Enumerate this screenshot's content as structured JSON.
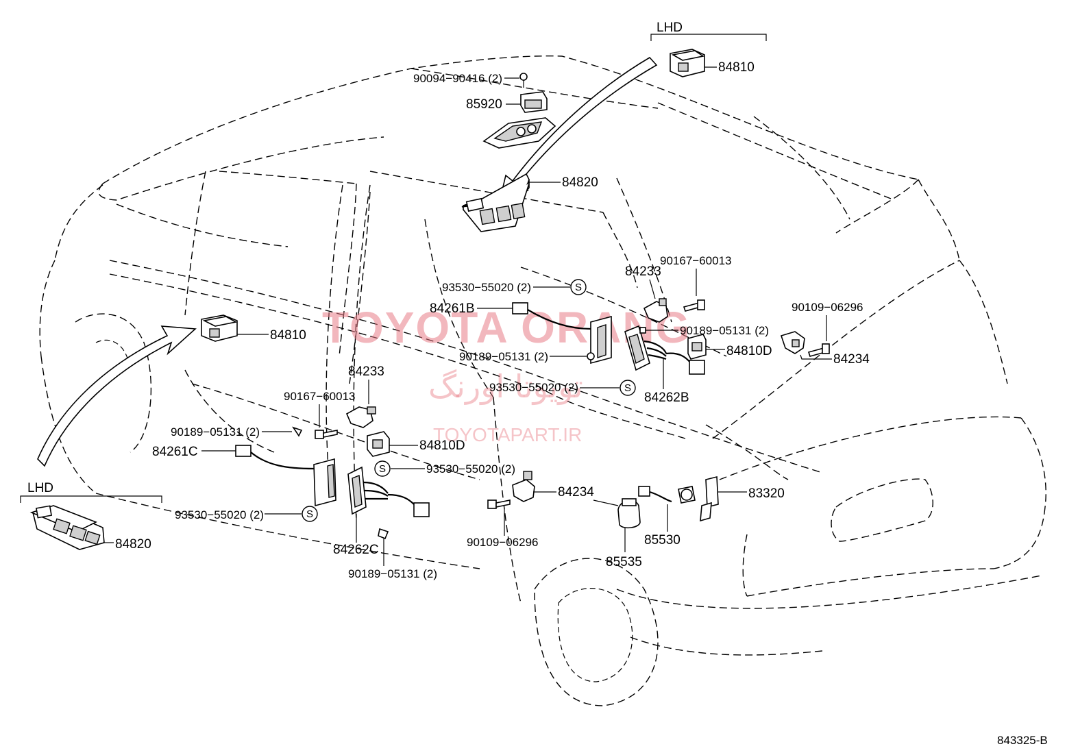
{
  "diagram": {
    "figure_code": "843325-B",
    "watermark": {
      "brand": "TOYOTA ORANG",
      "farsi": "تویوتا اورنگ",
      "site": "TOYOTAPART.IR"
    },
    "region_labels": {
      "lhd_top": "LHD",
      "lhd_bottom": "LHD"
    },
    "s_mark": "S",
    "parts": {
      "p84810_top": "84810",
      "p90094": "90094−90416 (2)",
      "p85920": "85920",
      "p84820_main": "84820",
      "p93530_top": "93530−55020 (2)",
      "p84261B": "84261B",
      "p84233_right": "84233",
      "p90167_right": "90167−60013",
      "p90189_right": "90189−05131 (2)",
      "p90109_right": "90109−06296",
      "p84810D_right": "84810D",
      "p84234_right": "84234",
      "p90189_mid": "90189−05131 (2)",
      "p93530_mid": "93530−55020 (2)",
      "p84262B": "84262B",
      "p84810_left": "84810",
      "p84233_left": "84233",
      "p90167_left": "90167−60013",
      "p90189_left": "90189−05131 (2)",
      "p84261C": "84261C",
      "p84810D_left": "84810D",
      "p93530_left": "93530−55020 (2)",
      "p93530_bl": "93530−55020 (2)",
      "p84262C": "84262C",
      "p90189_bottom": "90189−05131 (2)",
      "p84234_mid": "84234",
      "p90109_mid": "90109−06296",
      "p85535": "85535",
      "p85530": "85530",
      "p83320": "83320",
      "p84820_lhd": "84820"
    }
  }
}
